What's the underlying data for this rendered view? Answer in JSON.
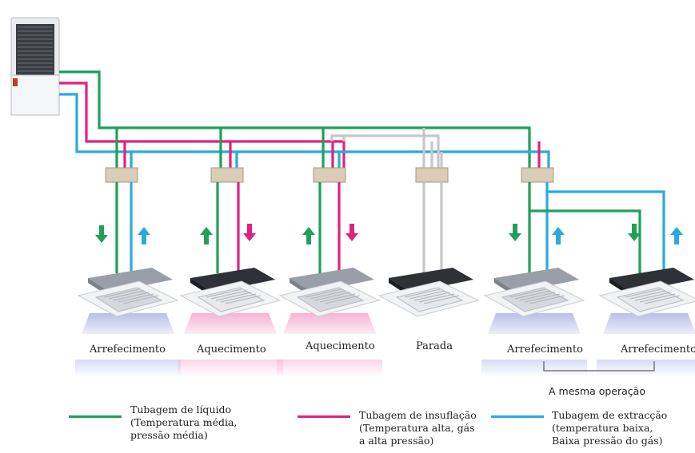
{
  "colors": {
    "liquid": "#1fa05a",
    "discharge": "#e0217f",
    "suction": "#2ba9de",
    "stopped": "#c7c7c7",
    "cool_glow": "#b9bfe8",
    "heat_glow": "#f6b3d4"
  },
  "units": [
    {
      "label": "Arrefecimento",
      "mode": "cooling",
      "icon": "cassette-4way-light-icon"
    },
    {
      "label": "Aquecimento",
      "mode": "heating",
      "icon": "cassette-dark-icon"
    },
    {
      "label": "Aquecimento",
      "mode": "heating",
      "icon": "cassette-4way-light-icon"
    },
    {
      "label": "Parada",
      "mode": "stopped",
      "icon": "cassette-dark-icon"
    },
    {
      "label": "Arrefecimento",
      "mode": "cooling",
      "icon": "cassette-4way-light-icon"
    },
    {
      "label": "Arrefecimento",
      "mode": "cooling",
      "icon": "cassette-dark-icon"
    }
  ],
  "same_operation": "A mesma  operação",
  "legend": {
    "liquid": [
      "Tubagem de líquido",
      "(Temperatura média,",
      "pressão média)"
    ],
    "discharge": [
      "Tubagem de insuflação",
      "(Temperatura alta, gás",
      "a alta pressão)"
    ],
    "suction": [
      "Tubagem de extracção",
      "(temperatura baixa,",
      "Baixa  pressão do gás)"
    ]
  },
  "icons": {
    "outdoor_unit": "outdoor-unit-icon",
    "branch_box": "bc-controller-icon",
    "arrow_down": "arrow-down-icon",
    "arrow_up": "arrow-up-icon"
  }
}
